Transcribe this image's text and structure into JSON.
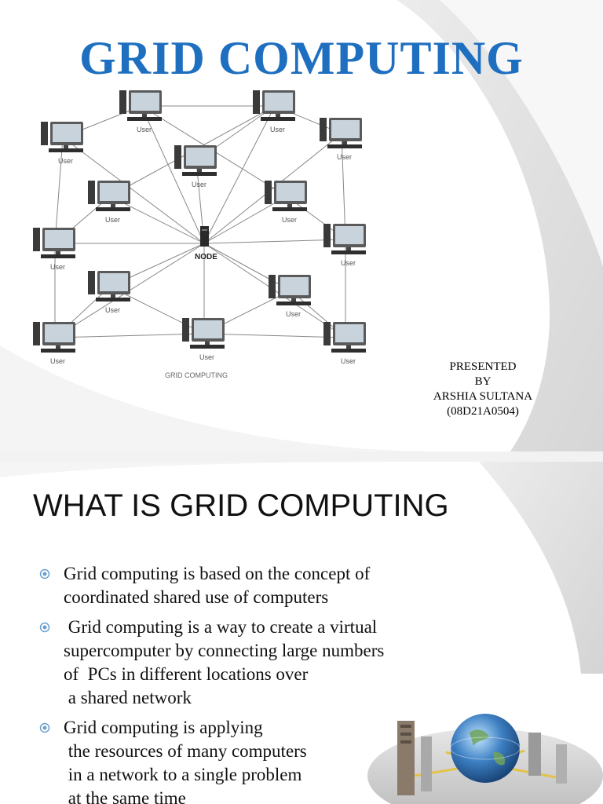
{
  "slide1": {
    "title": "GRID COMPUTING",
    "diagram": {
      "caption": "GRID COMPUTING",
      "hub_label": "NODE",
      "node_label": "User"
    },
    "presenter": [
      "PRESENTED",
      "BY",
      "ARSHIA SULTANA",
      "(08D21A0504)"
    ]
  },
  "slide2": {
    "title": "WHAT IS GRID COMPUTING",
    "bullets": [
      [
        "Grid computing is based on the concept of",
        "coordinated shared use of computers"
      ],
      [
        " Grid computing is a way to create a virtual",
        "supercomputer by connecting large numbers",
        "of  PCs in different locations over",
        " a shared network"
      ],
      [
        "Grid computing is applying",
        " the resources of many computers",
        " in a network to a single problem",
        " at the same time"
      ]
    ]
  },
  "colors": {
    "title_blue": "#1f6fc0",
    "bullet_blue": "#6a9fd0"
  }
}
